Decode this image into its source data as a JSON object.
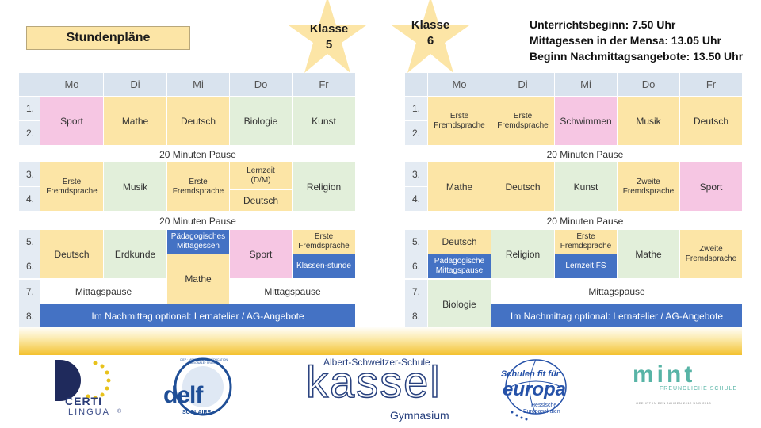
{
  "title": "Stundenpläne",
  "stars": {
    "klasse5": {
      "line1": "Klasse",
      "line2": "5"
    },
    "klasse6": {
      "line1": "Klasse",
      "line2": "6"
    }
  },
  "info": [
    "Unterrichtsbeginn: 7.50 Uhr",
    "Mittagessen in der Mensa: 13.05 Uhr",
    "Beginn Nachmittagsangebote: 13.50 Uhr"
  ],
  "days": [
    "Mo",
    "Di",
    "Mi",
    "Do",
    "Fr"
  ],
  "periods": [
    "1.",
    "2.",
    "3.",
    "4.",
    "5.",
    "6.",
    "7.",
    "8."
  ],
  "pause_label": "20 Minuten Pause",
  "k5": {
    "b1": [
      "Sport",
      "Mathe",
      "Deutsch",
      "Biologie",
      "Kunst"
    ],
    "b2_mo": "Erste Fremdsprache",
    "b2_di": "Musik",
    "b2_mi": "Erste Fremdsprache",
    "b2_do_top": "Lernzeit (D/M)",
    "b2_do_bot": "Deutsch",
    "b2_fr": "Religion",
    "b3_mo": "Deutsch",
    "b3_di": "Erdkunde",
    "b3_mi_top": "Pädagogisches Mittagessen",
    "b3_mi_bot": "Mathe",
    "b3_do": "Sport",
    "b3_fr_top": "Erste Fremdsprache",
    "b3_fr_bot": "Klassen-stunde",
    "mittag_left": "Mittagspause",
    "mittag_right": "Mittagspause",
    "p8": "Im Nachmittag optional: Lernatelier / AG-Angebote"
  },
  "k6": {
    "b1": [
      "Erste Fremdsprache",
      "Erste Fremdsprache",
      "Schwimmen",
      "Musik",
      "Deutsch"
    ],
    "b2": [
      "Mathe",
      "Deutsch",
      "Kunst",
      "Zweite Fremdsprache",
      "Sport"
    ],
    "b3_mo_top": "Deutsch",
    "b3_mo_bot": "Pädagogische Mittagspause",
    "b3_di": "Religion",
    "b3_mi_top": "Erste Fremdsprache",
    "b3_mi_bot": "Lernzeit FS",
    "b3_do": "Mathe",
    "b3_fr": "Zweite Fremdsprache",
    "biologie": "Biologie",
    "mittag": "Mittagspause",
    "p8": "Im Nachmittag optional: Lernatelier / AG-Angebote"
  },
  "logos": {
    "certi": {
      "line1": "CERTI",
      "line2": "LINGUA",
      "reg": "®"
    },
    "delf": {
      "main": "delf",
      "sub": "SCOLAIRE",
      "ring": "CIEP · MINISTÈRE DE L'ÉDUCATION NATIONALE · FRANCE"
    },
    "kassel": {
      "top": "Albert-Schweitzer-Schule",
      "main": "kassel",
      "sub": "Gymnasium"
    },
    "europa": {
      "line1": "Schulen fit für",
      "main": "europa",
      "sub1": "Hessische",
      "sub2": "Europaschulen"
    },
    "mint": {
      "main": "mint",
      "sub": "FREUNDLICHE SCHULE",
      "small": "GEEHRT IN DEN JAHREN 2012 UND 2013"
    }
  }
}
